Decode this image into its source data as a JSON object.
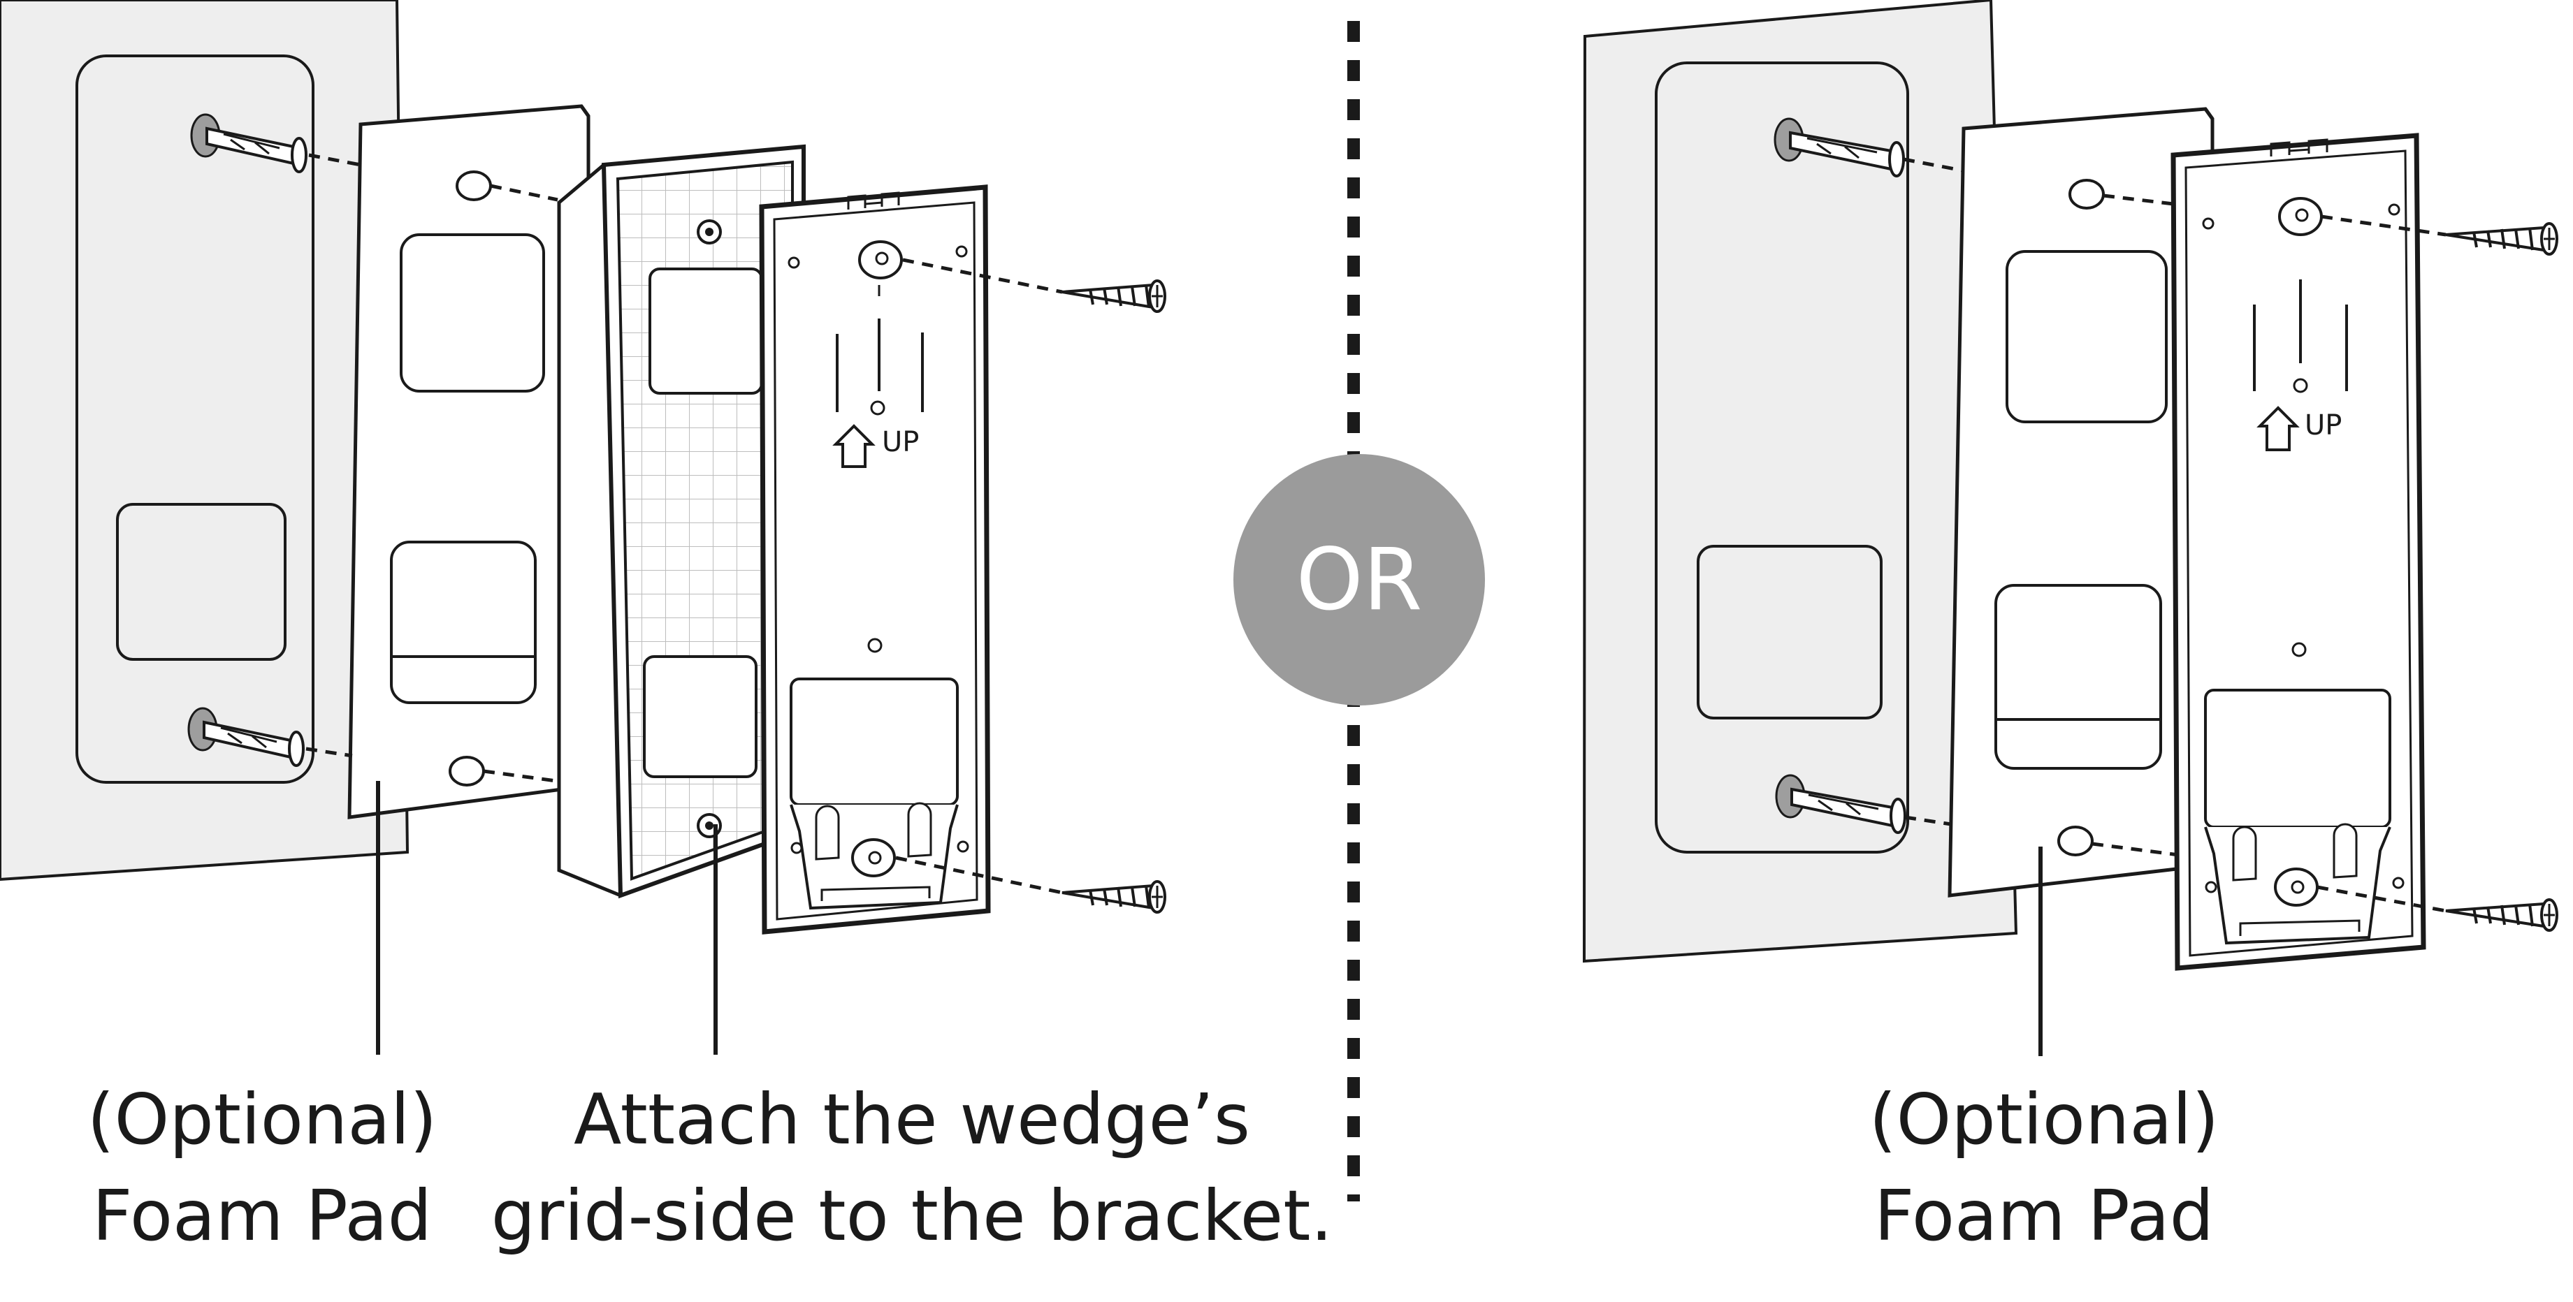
{
  "left_panel": {
    "foam_pad_caption": [
      "(Optional)",
      "Foam Pad"
    ],
    "wedge_caption": [
      "Attach the wedge’s",
      "grid-side to the bracket."
    ],
    "bracket_label": "UP"
  },
  "divider": {
    "label": "OR"
  },
  "right_panel": {
    "foam_pad_caption": [
      "(Optional)",
      "Foam Pad"
    ],
    "bracket_label": "UP"
  },
  "colors": {
    "line": "#1a1a1a",
    "wall": "#eeeeee",
    "or_badge": "#9b9b9b",
    "or_text": "#ffffff"
  }
}
